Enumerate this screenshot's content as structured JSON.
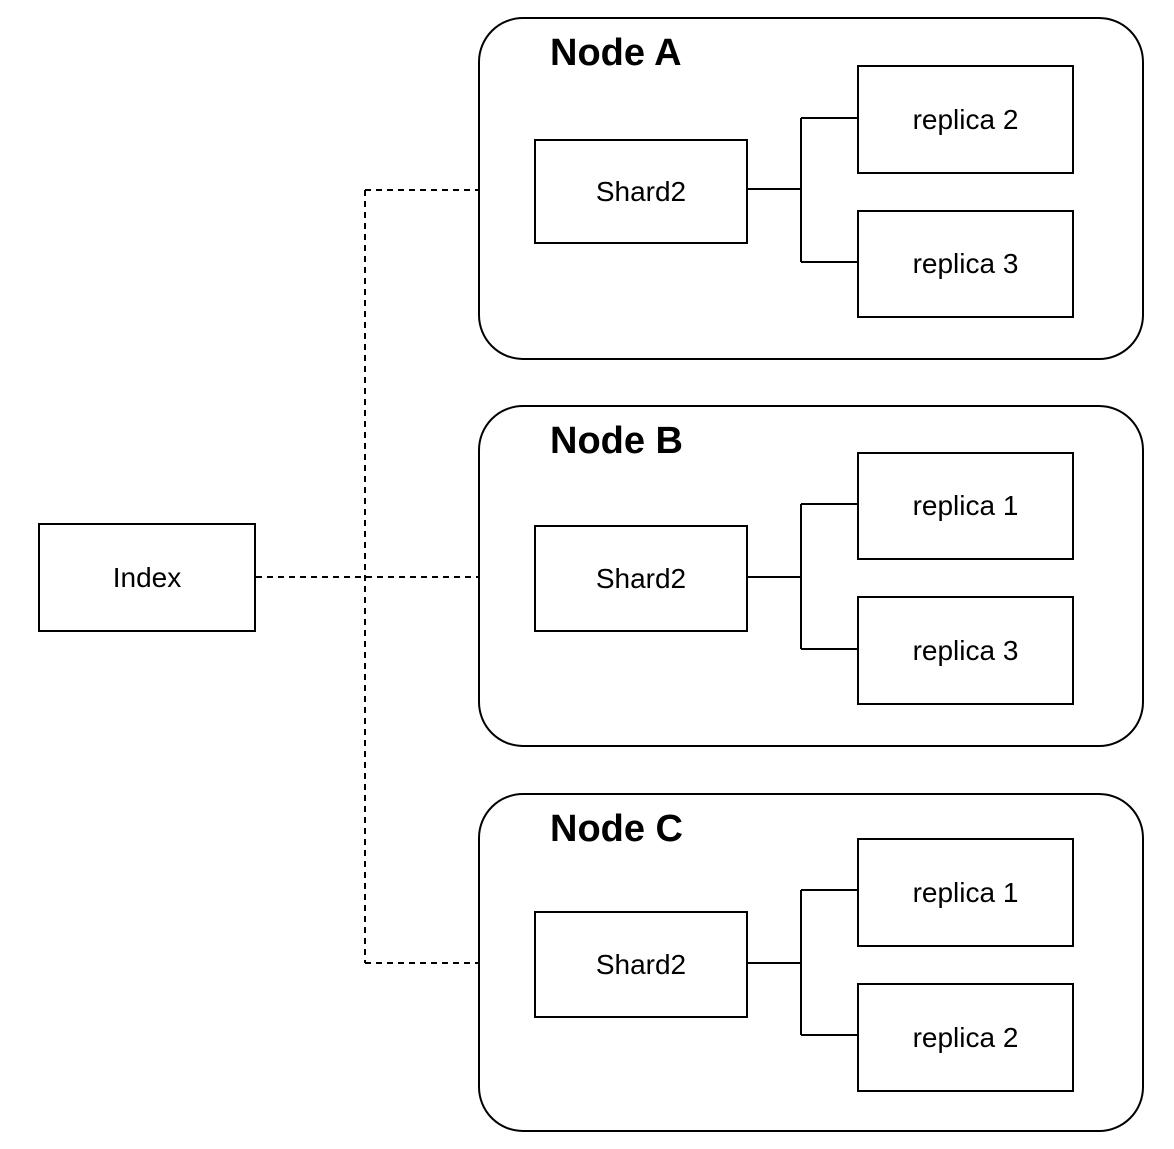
{
  "diagram": {
    "index": {
      "label": "Index"
    },
    "nodes": [
      {
        "title": "Node A",
        "shard_label": "Shard2",
        "replicas": [
          {
            "label": "replica 2"
          },
          {
            "label": "replica 3"
          }
        ]
      },
      {
        "title": "Node B",
        "shard_label": "Shard2",
        "replicas": [
          {
            "label": "replica 1"
          },
          {
            "label": "replica 3"
          }
        ]
      },
      {
        "title": "Node C",
        "shard_label": "Shard2",
        "replicas": [
          {
            "label": "replica 1"
          },
          {
            "label": "replica 2"
          }
        ]
      }
    ],
    "connections": {
      "index_to_nodes_style": "dashed",
      "shard_to_replicas_style": "solid"
    },
    "colors": {
      "line": "#000000",
      "text": "#000000",
      "background": "#ffffff"
    }
  }
}
